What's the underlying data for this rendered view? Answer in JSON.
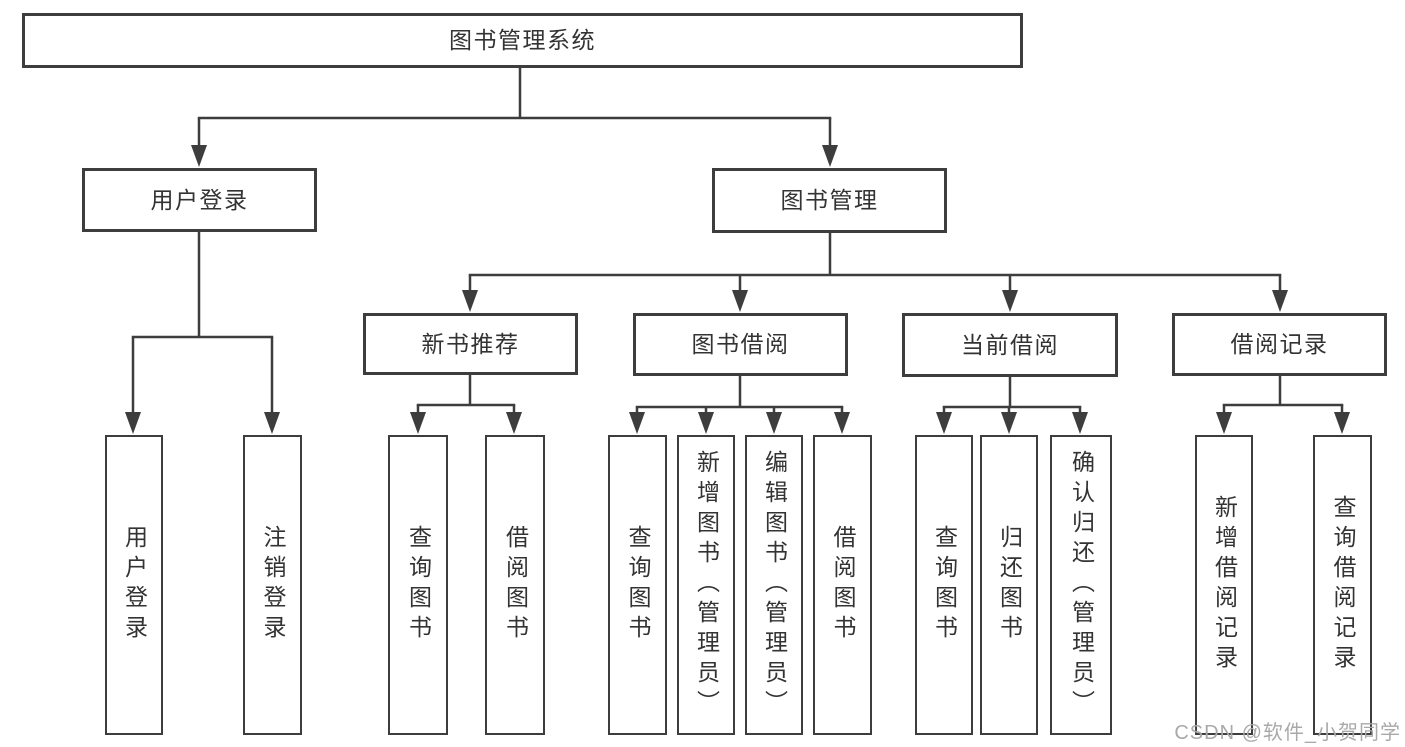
{
  "watermark": "CSDN @软件_小贺同学",
  "colors": {
    "line": "#3d3d3d",
    "box_border": "#3d3d3d",
    "text": "#333333",
    "background": "#ffffff",
    "watermark": "#a9a9a9"
  },
  "tree": {
    "label": "图书管理系统",
    "children": [
      {
        "label": "用户登录",
        "children": [
          {
            "label": "用户登录"
          },
          {
            "label": "注销登录"
          }
        ]
      },
      {
        "label": "图书管理",
        "children": [
          {
            "label": "新书推荐",
            "children": [
              {
                "label": "查询图书"
              },
              {
                "label": "借阅图书"
              }
            ]
          },
          {
            "label": "图书借阅",
            "children": [
              {
                "label": "查询图书"
              },
              {
                "label": "新增图书（管理员）"
              },
              {
                "label": "编辑图书（管理员）"
              },
              {
                "label": "借阅图书"
              }
            ]
          },
          {
            "label": "当前借阅",
            "children": [
              {
                "label": "查询图书"
              },
              {
                "label": "归还图书"
              },
              {
                "label": "确认归还（管理员）"
              }
            ]
          },
          {
            "label": "借阅记录",
            "children": [
              {
                "label": "新增借阅记录"
              },
              {
                "label": "查询借阅记录"
              }
            ]
          }
        ]
      }
    ]
  }
}
